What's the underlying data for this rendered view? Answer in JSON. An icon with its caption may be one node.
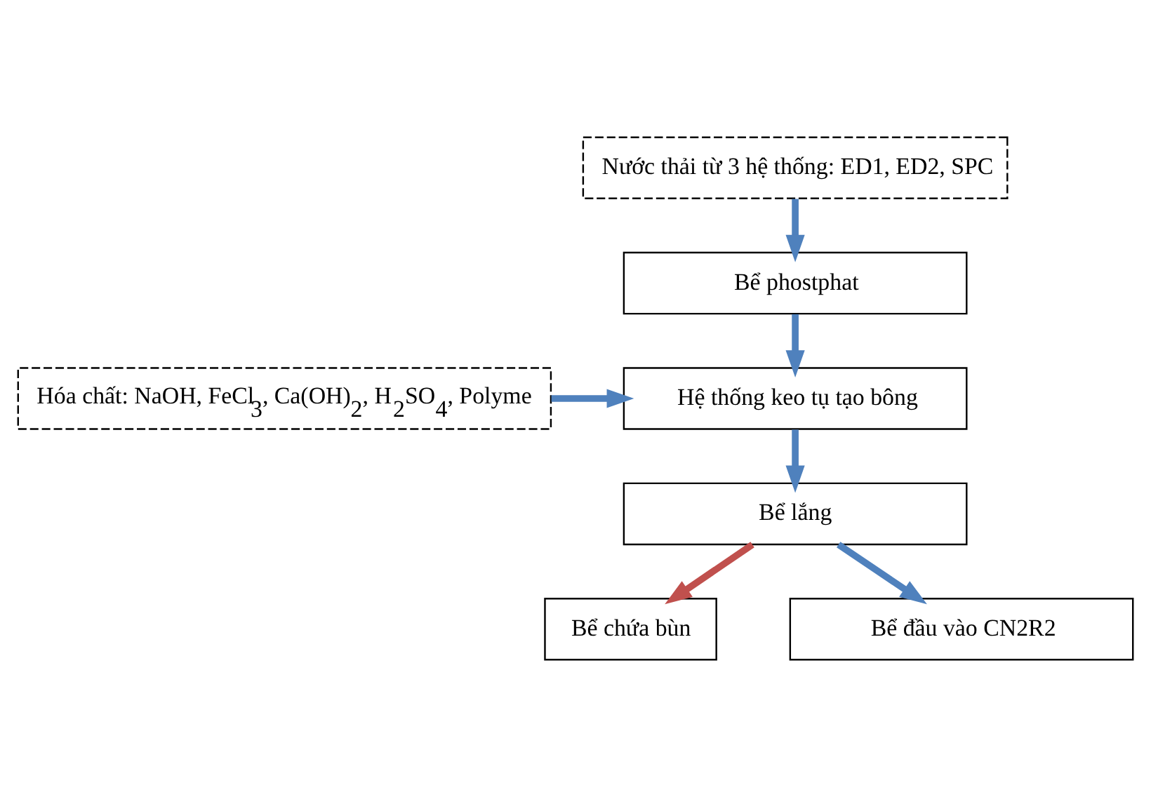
{
  "diagram": {
    "nodes": [
      {
        "text": [
          "Nước thải từ 3 hệ thống: ED1, ED2, SPC"
        ]
      },
      {
        "text": [
          "Bể phostphat"
        ]
      },
      {
        "text": [
          "Hóa chất: NaOH, FeCl$_{3}$, Ca(OH)$_{2}$, H$_{2}$SO$_{4}$, Polyme"
        ]
      },
      {
        "text": [
          "Hệ thống keo tụ tạo bông"
        ]
      },
      {
        "text": [
          "Bể lắng"
        ]
      },
      {
        "text": [
          "Bể chứa bùn"
        ]
      },
      {
        "text": [
          "Bể đầu vào CN2R2"
        ]
      }
    ],
    "edges": [
      {
        "from": 0,
        "to": 1,
        "arrow": "to"
      },
      {
        "from": 1,
        "to": 3,
        "arrow": "to"
      },
      {
        "from": 2,
        "to": 3,
        "arrow": "to"
      },
      {
        "from": 3,
        "to": 4,
        "arrow": "to"
      },
      {
        "from": 4,
        "to": 6,
        "arrow": "to"
      },
      {
        "from": 4,
        "to": 5,
        "arrow": "to",
        "color": "#c0504d"
      }
    ]
  }
}
